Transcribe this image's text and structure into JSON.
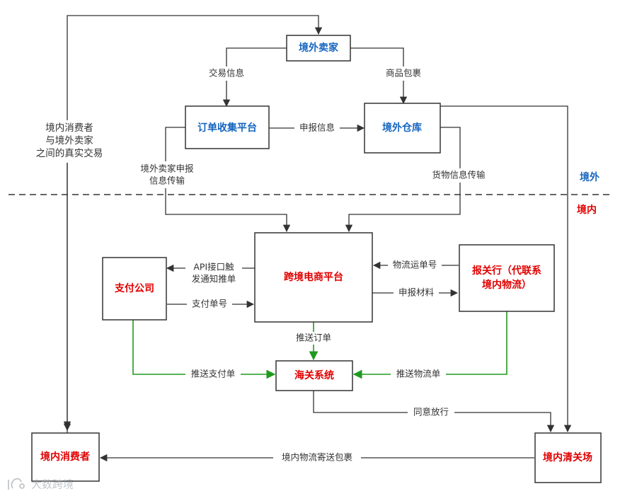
{
  "colors": {
    "blue": "#1565c0",
    "red": "#e00000",
    "green": "#1f9a1f",
    "line": "#333333",
    "label": "#333333"
  },
  "regions": {
    "outside": "境外",
    "inside": "境内"
  },
  "nodes": {
    "overseas_seller": "境外卖家",
    "order_platform": "订单收集平台",
    "overseas_warehouse": "境外仓库",
    "cbec_platform": "跨境电商平台",
    "payment_company": "支付公司",
    "customs_broker": "报关行（代联系\n境内物流）",
    "customs_system": "海关系统",
    "domestic_consumer": "境内消费者",
    "domestic_clearance": "境内清关场"
  },
  "edges": {
    "trade_info": "交易信息",
    "goods_parcel": "商品包裹",
    "declare_info": "申报信息",
    "seller_declare": "境外卖家申报\n信息传输",
    "goods_info": "货物信息传输",
    "real_trade": "境内消费者\n与境外卖家\n之间的真实交易",
    "api_notify": "API接口触\n发通知推单",
    "payment_no": "支付单号",
    "logistics_no": "物流运单号",
    "declare_material": "申报材料",
    "push_order": "推送订单",
    "push_payment": "推送支付单",
    "push_logistics": "推送物流单",
    "approve_release": "同意放行",
    "domestic_delivery": "境内物流寄送包裹"
  },
  "watermark": {
    "text": "大数跨境"
  }
}
